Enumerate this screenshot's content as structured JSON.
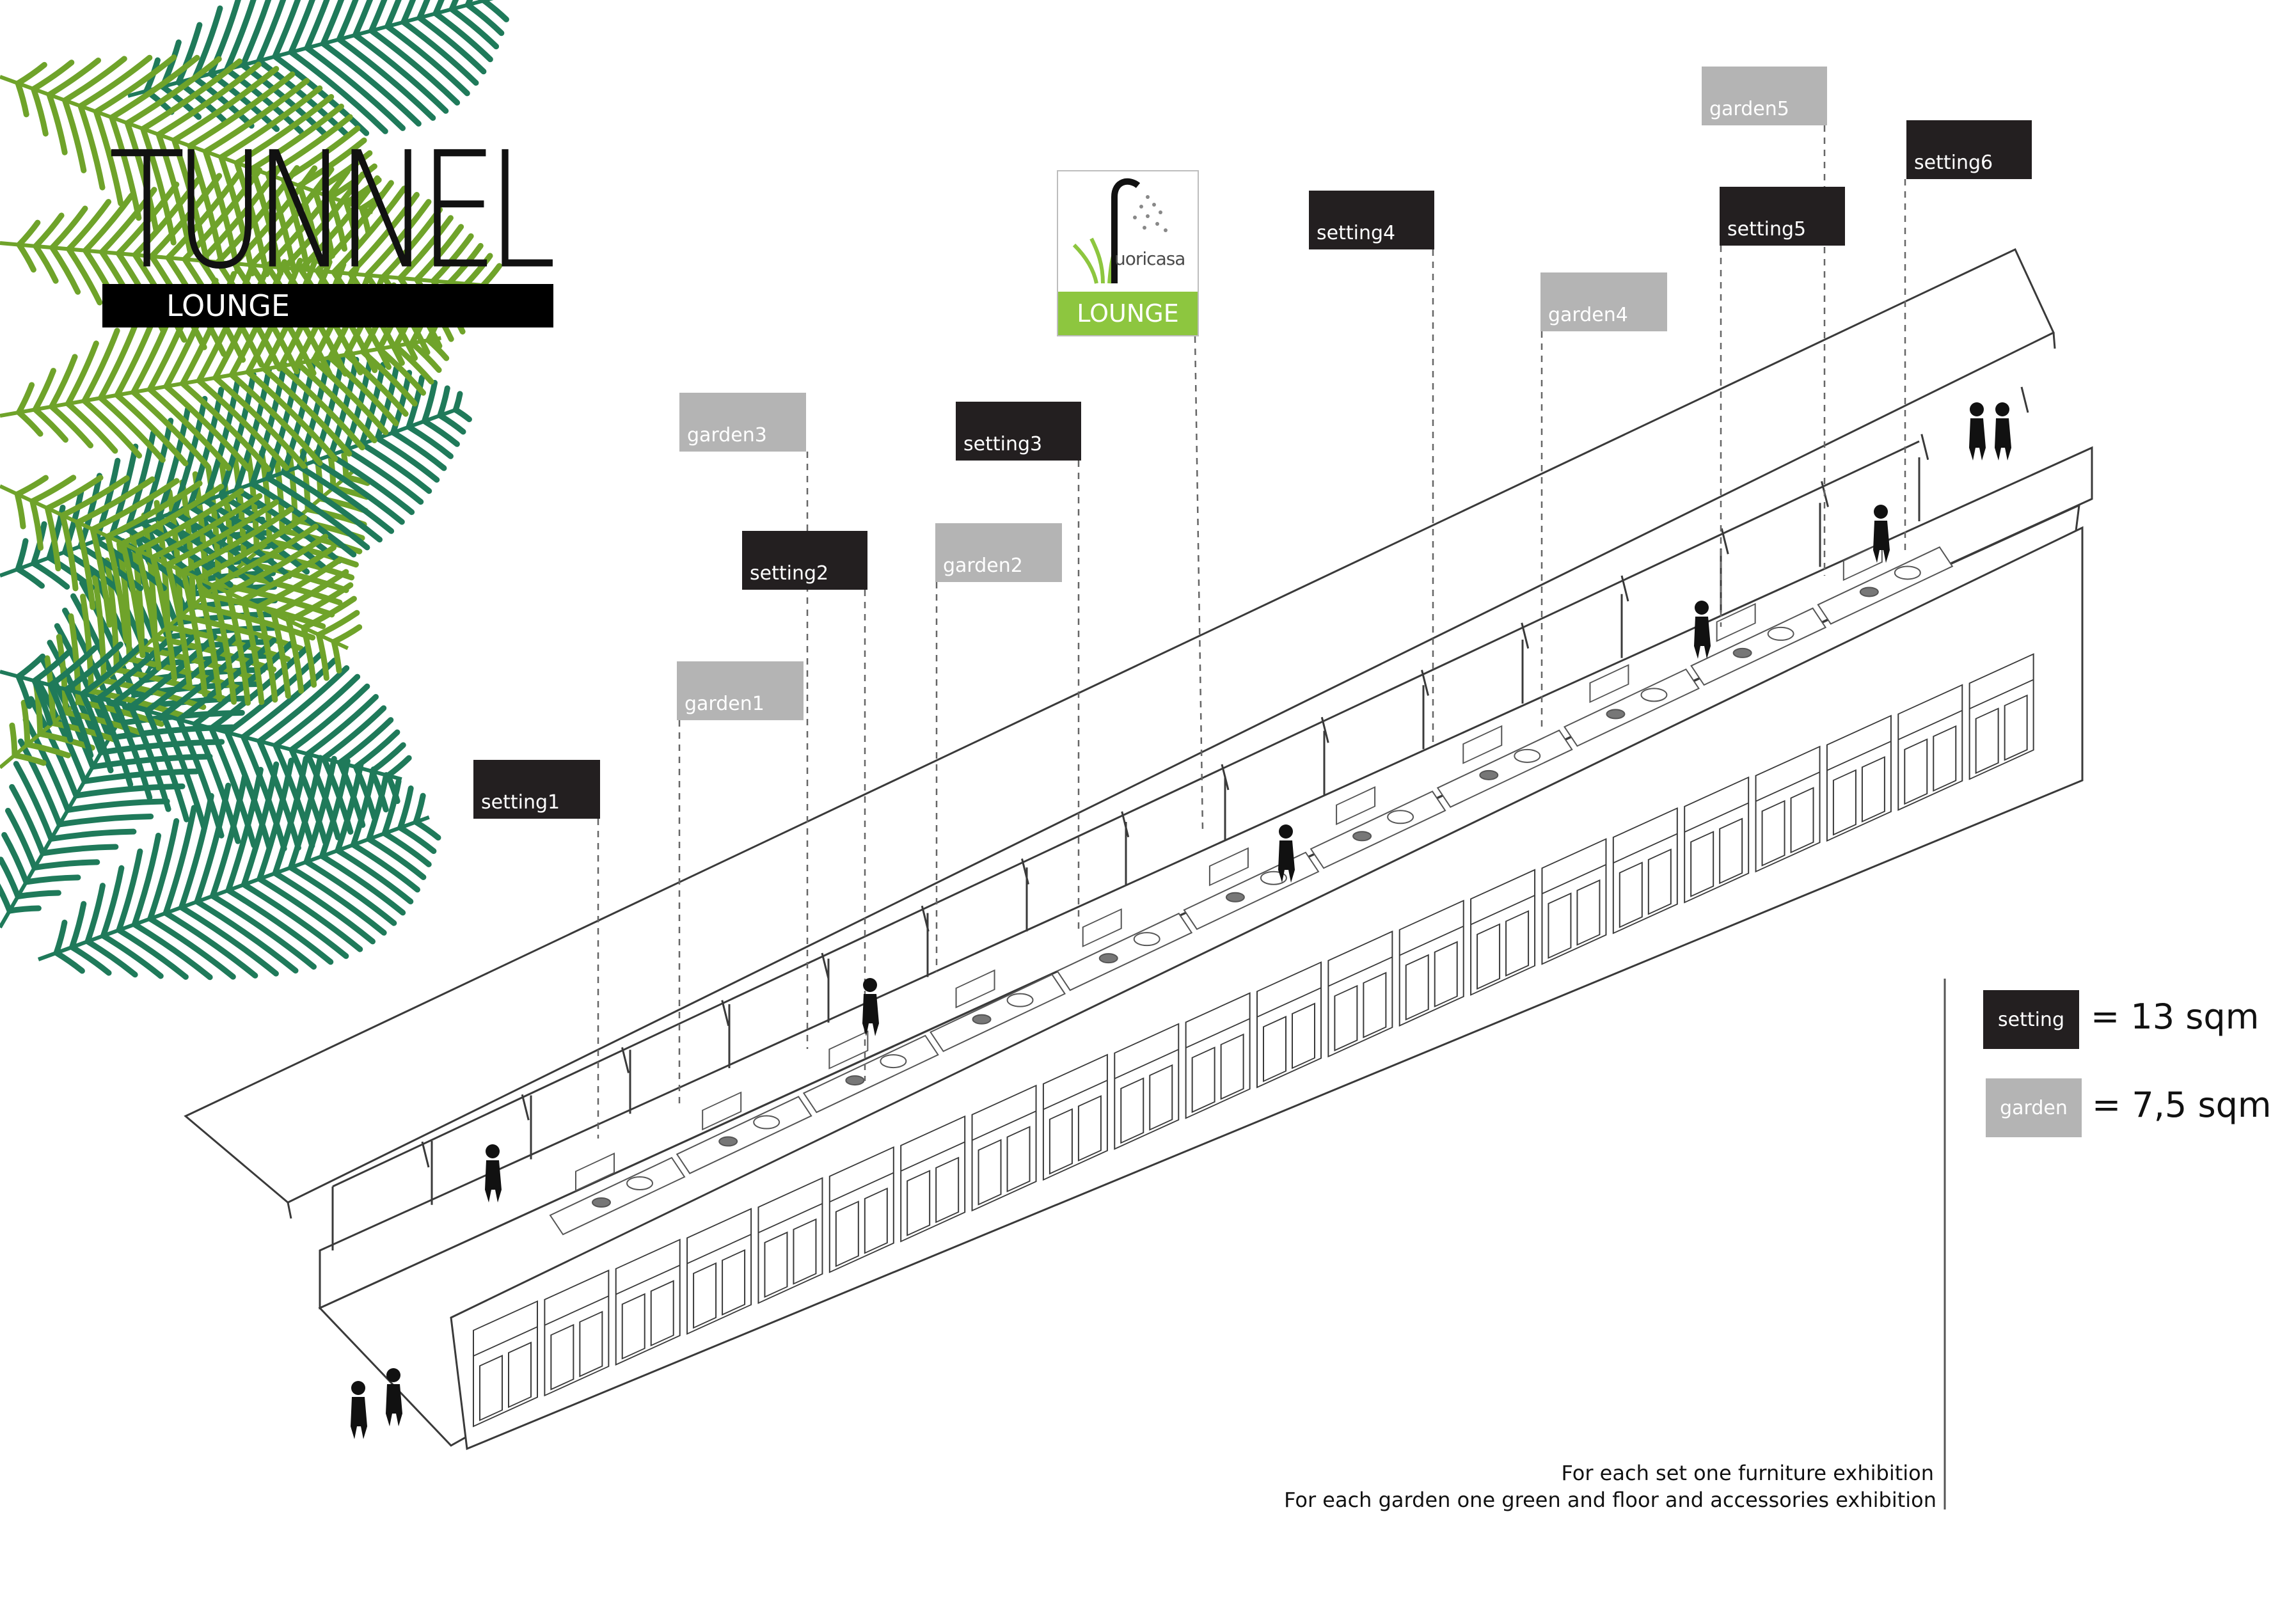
{
  "header": {
    "title": "TUNNEL",
    "subtitle": "LOUNGE"
  },
  "logo": {
    "brand_initial": "f",
    "brand_rest": "uoricasa",
    "label": "LOUNGE",
    "accent_color": "#8dc63f"
  },
  "tags": [
    {
      "label": "setting1",
      "kind": "setting"
    },
    {
      "label": "garden1",
      "kind": "garden"
    },
    {
      "label": "setting2",
      "kind": "setting"
    },
    {
      "label": "garden2",
      "kind": "garden"
    },
    {
      "label": "garden3",
      "kind": "garden"
    },
    {
      "label": "setting3",
      "kind": "setting"
    },
    {
      "label": "setting4",
      "kind": "setting"
    },
    {
      "label": "garden4",
      "kind": "garden"
    },
    {
      "label": "garden5",
      "kind": "garden"
    },
    {
      "label": "setting5",
      "kind": "setting"
    },
    {
      "label": "setting6",
      "kind": "setting"
    }
  ],
  "legend": {
    "setting": {
      "label": "setting",
      "value": "= 13 sqm",
      "color": "#231f20"
    },
    "garden": {
      "label": "garden",
      "value": "= 7,5 sqm",
      "color": "#b4b4b4"
    }
  },
  "notes": {
    "line1": "For each set one  furniture exhibition",
    "line2": "For each garden one green and floor and accessories  exhibition"
  },
  "palette": {
    "palm_dark": "#1f7a5a",
    "palm_light": "#6fa32a",
    "line": "#3a3a3a"
  }
}
